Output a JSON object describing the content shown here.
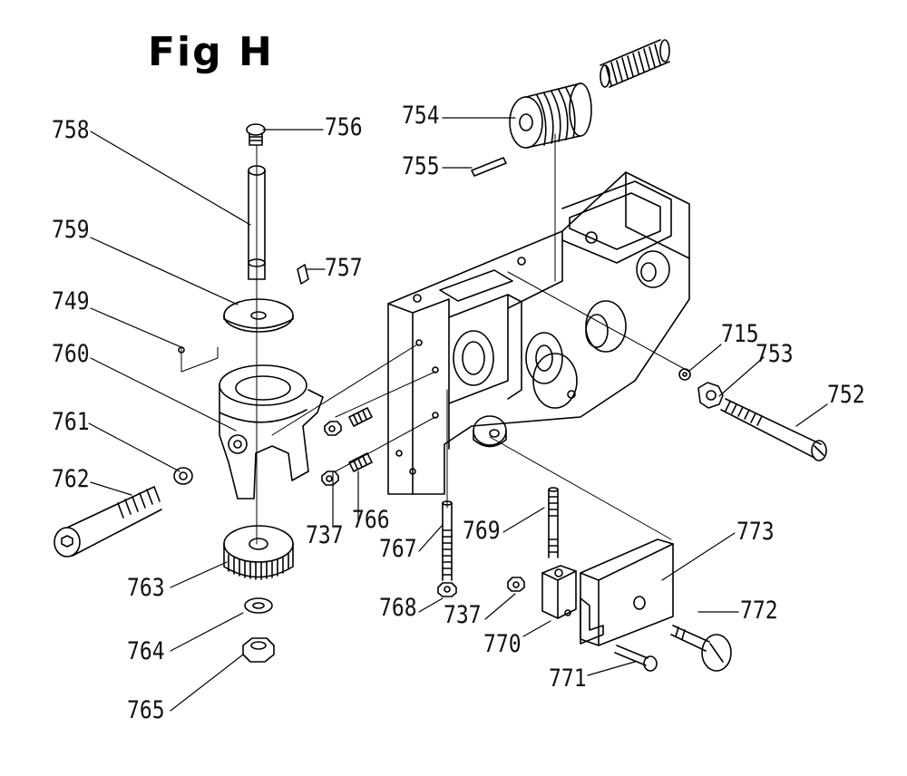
{
  "title": "Fig H",
  "callouts": {
    "c754": "754",
    "c755": "755",
    "c756": "756",
    "c758": "758",
    "c757": "757",
    "c759": "759",
    "c749": "749",
    "c760": "760",
    "c761": "761",
    "c762": "762",
    "c763": "763",
    "c764": "764",
    "c765": "765",
    "c715": "715",
    "c753": "753",
    "c752": "752",
    "c737a": "737",
    "c766": "766",
    "c767": "767",
    "c768": "768",
    "c769": "769",
    "c737b": "737",
    "c770": "770",
    "c771": "771",
    "c772": "772",
    "c773": "773"
  }
}
